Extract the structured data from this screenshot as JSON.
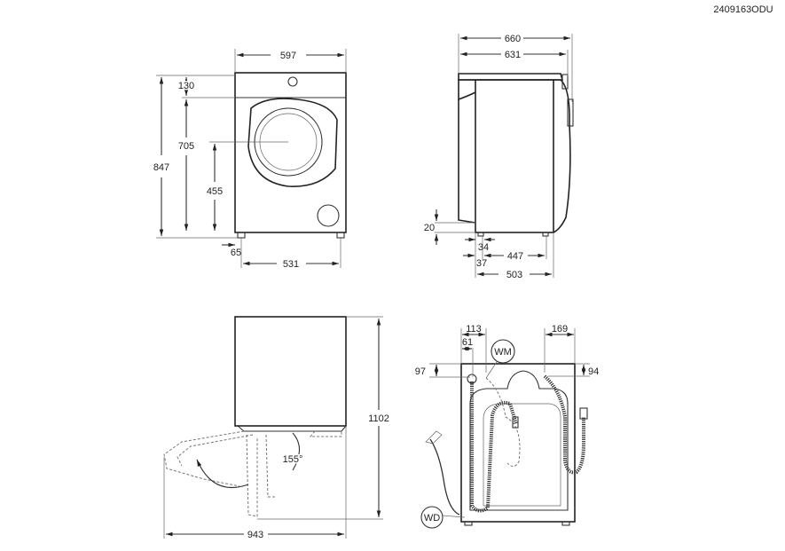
{
  "drawing_code": "2409163ODU",
  "front_view": {
    "width": "597",
    "height_total": "847",
    "top_offset": "130",
    "door_height": "705",
    "door_center": "455",
    "foot_offset": "65",
    "foot_span": "531"
  },
  "side_view": {
    "depth_total": "660",
    "depth_body": "631",
    "base_gap": "20",
    "foot_offset_a": "34",
    "foot_offset_b": "37",
    "foot_span": "447",
    "base_depth": "503"
  },
  "door_view": {
    "height_open": "1102",
    "depth_open": "943",
    "door_angle": "155°"
  },
  "rear_view": {
    "drain_offset": "113",
    "inlet_offset": "61",
    "right_offset": "169",
    "left_height": "97",
    "right_height": "94",
    "wm_label": "WM",
    "wd_label": "WD"
  }
}
